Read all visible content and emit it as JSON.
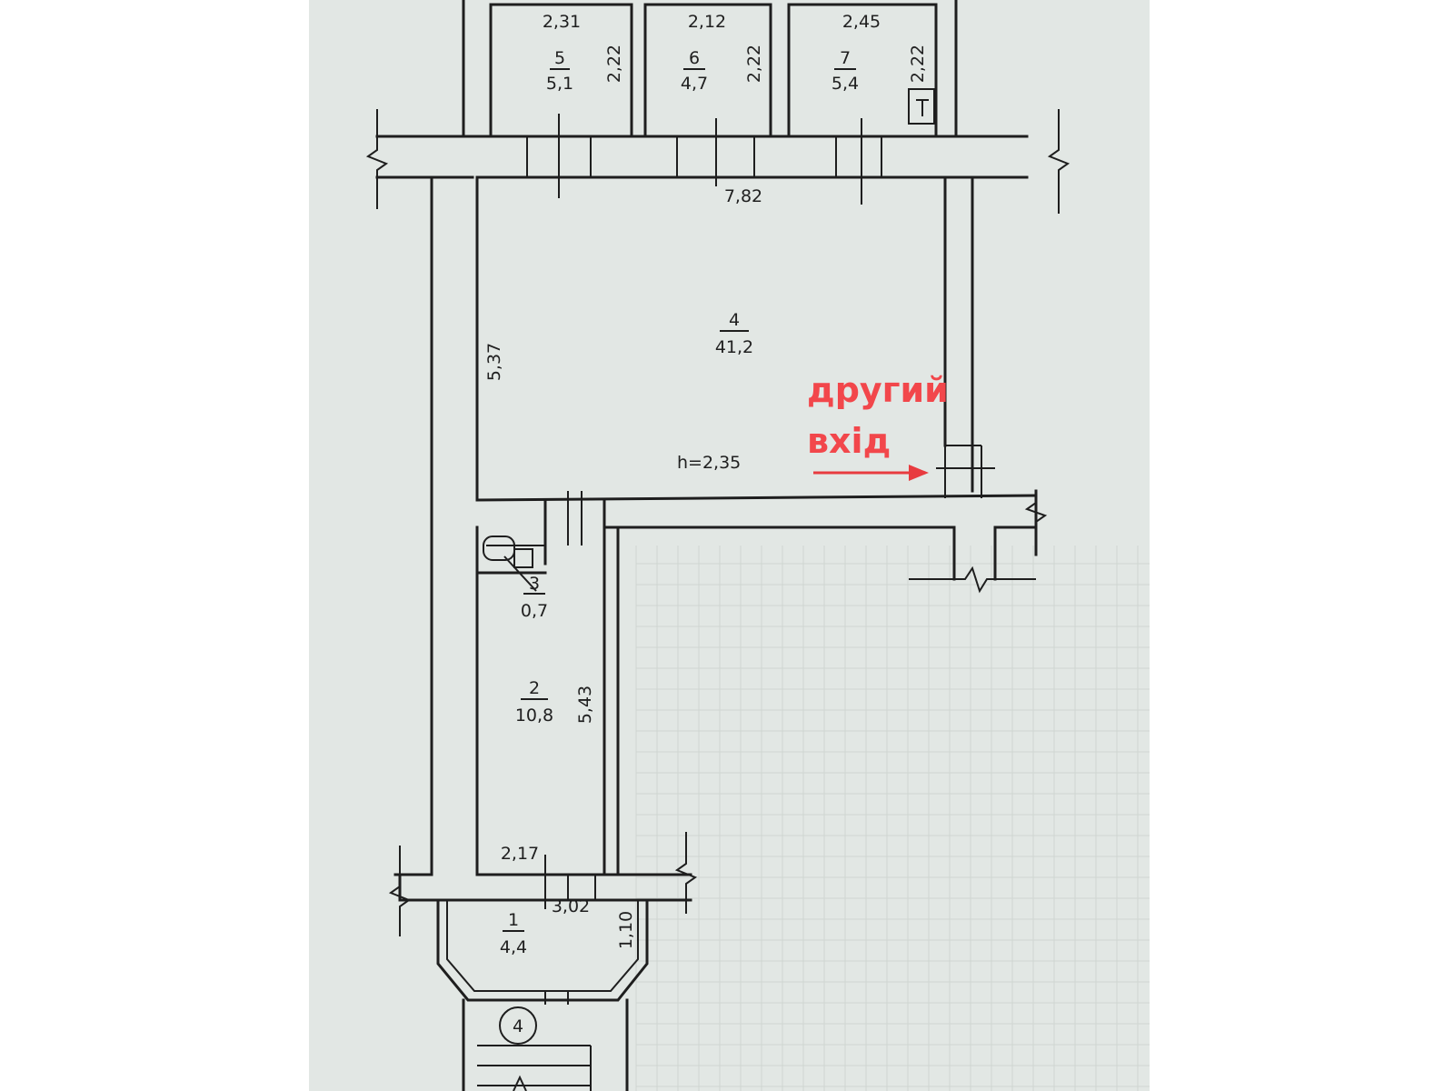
{
  "rooms": [
    {
      "number": "5",
      "area": "5,1"
    },
    {
      "number": "6",
      "area": "4,7"
    },
    {
      "number": "7",
      "area": "5,4"
    },
    {
      "number": "4",
      "area": "41,2"
    },
    {
      "number": "3",
      "area": "0,7"
    },
    {
      "number": "2",
      "area": "10,8"
    },
    {
      "number": "1",
      "area": "4,4"
    }
  ],
  "dimensions": {
    "room5_width": "2,31",
    "room6_width": "2,12",
    "room7_width": "2,45",
    "room5_depth": "2,22",
    "room6_depth": "2,22",
    "room7_depth": "2,22",
    "room4_width": "7,82",
    "room4_length": "5,37",
    "ceiling_height": "h=2,35",
    "room2_length": "5,43",
    "room2_width": "2,17",
    "room1_width": "3,02",
    "room1_depth": "1,10"
  },
  "annotation": {
    "line1": "другий",
    "line2": "вхід",
    "color": "#f2474b"
  },
  "stair_marker": "4"
}
